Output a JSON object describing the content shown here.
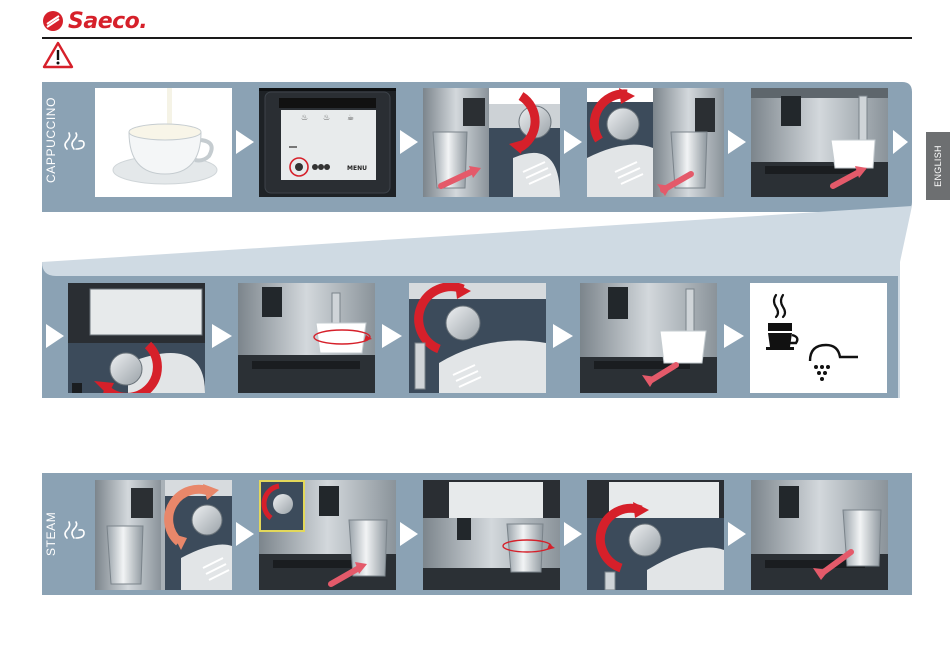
{
  "brand": {
    "name": "Saeco."
  },
  "language_tab": "ENGLISH",
  "sections": {
    "cappuccino": {
      "label": "CAPPUCCINO"
    },
    "steam": {
      "label": "STEAM"
    }
  },
  "display": {
    "menu_label": "MENU"
  },
  "colors": {
    "band": "#8ba2b4",
    "accent_red": "#d6202a",
    "arrow_pink": "#e45a6a",
    "language_tab": "#6d6f71"
  },
  "icons": [
    "warning-icon",
    "steam-icon",
    "hot-cup-icon",
    "steam-nozzle-icon",
    "next-step-arrow-icon",
    "rotate-knob-icon"
  ]
}
